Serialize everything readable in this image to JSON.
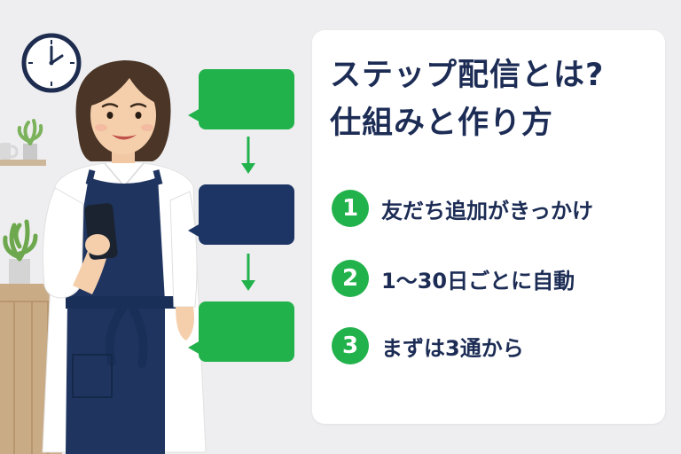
{
  "title": {
    "line1": "ステップ配信とは?",
    "line2": "仕組みと作り方"
  },
  "steps": [
    {
      "number": "1",
      "text": "友だち追加がきっかけ"
    },
    {
      "number": "2",
      "text": "1〜30日ごとに自動"
    },
    {
      "number": "3",
      "text": "まずは3通から"
    }
  ],
  "colors": {
    "accent_green": "#22b24c",
    "navy": "#1c2c55",
    "bubble_navy": "#1c3564",
    "background": "#eeeef0",
    "card": "#ffffff"
  },
  "icons": [
    "wall-clock-icon",
    "potted-plant-icon",
    "coffee-mug-icon",
    "smartphone-icon",
    "down-arrow-icon",
    "chat-bubble-icon"
  ]
}
